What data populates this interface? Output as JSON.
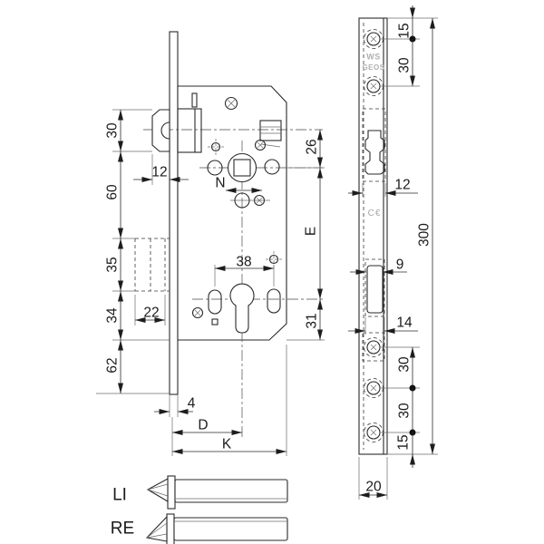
{
  "lock_view": {
    "dim_latch_height": "30",
    "dim_latch_to_deadbolt": "60",
    "dim_deadbolt_height": "35",
    "dim_deadbolt_to_case_bottom": "34",
    "dim_case_bottom_margin": "62",
    "dim_latch_protrusion": "12",
    "dim_deadbolt_throw": "22",
    "dim_cylinder_fixing_holes": "38",
    "dim_follower_label": "N",
    "dim_faceplate_thickness": "4",
    "dim_backset_label": "D",
    "dim_case_depth_label": "K",
    "dim_axis_to_follower": "26",
    "dim_follower_to_cylinder_label": "E",
    "dim_cylinder_to_bottom": "31"
  },
  "faceplate_view": {
    "brand_line1": "WS",
    "brand_line2": "GEOS",
    "ce_mark": "C€",
    "dim_top_to_hole": "15",
    "dim_top_holes_spacing": "30",
    "dim_latch_width": "12",
    "dim_deadbolt_width": "9",
    "dim_bolt_pocket_width": "14",
    "dim_total_length": "300",
    "dim_bottom_hole_spacing_1": "30",
    "dim_bottom_hole_spacing_2": "30",
    "dim_bottom_to_hole": "15",
    "dim_faceplate_width": "20"
  },
  "handing_legend": {
    "left_label": "LI",
    "right_label": "RE"
  },
  "colors": {
    "line": "#2a2a2a",
    "engraving": "#b0b0b0",
    "background": "#ffffff"
  }
}
